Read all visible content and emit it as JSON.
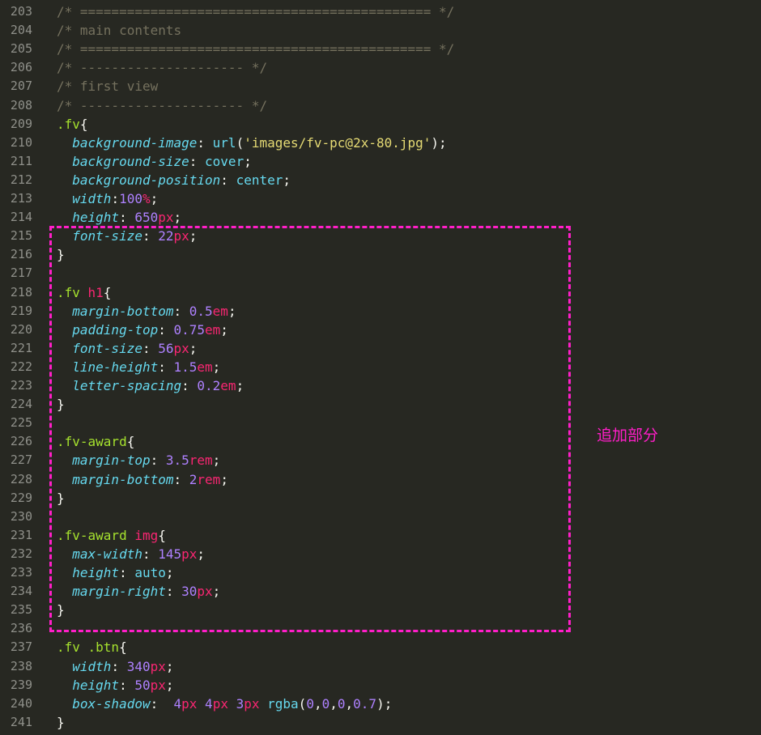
{
  "editor": {
    "lines": [
      {
        "no": "203",
        "tokens": [
          [
            "c",
            "/* ============================================= */"
          ]
        ]
      },
      {
        "no": "204",
        "tokens": [
          [
            "c",
            "/* main contents"
          ]
        ]
      },
      {
        "no": "205",
        "tokens": [
          [
            "c",
            "/* ============================================= */"
          ]
        ]
      },
      {
        "no": "206",
        "tokens": [
          [
            "c",
            "/* --------------------- */"
          ]
        ]
      },
      {
        "no": "207",
        "tokens": [
          [
            "c",
            "/* first view"
          ]
        ]
      },
      {
        "no": "208",
        "tokens": [
          [
            "c",
            "/* --------------------- */"
          ]
        ]
      },
      {
        "no": "209",
        "tokens": [
          [
            "s",
            ".fv"
          ],
          [
            "p",
            "{"
          ]
        ]
      },
      {
        "no": "210",
        "tokens": [
          [
            "i",
            "  "
          ],
          [
            "k",
            "background-image"
          ],
          [
            "p",
            ": "
          ],
          [
            "f",
            "url"
          ],
          [
            "p",
            "("
          ],
          [
            "str",
            "'images/fv-pc@2x-80.jpg'"
          ],
          [
            "p",
            ");"
          ]
        ]
      },
      {
        "no": "211",
        "tokens": [
          [
            "i",
            "  "
          ],
          [
            "k",
            "background-size"
          ],
          [
            "p",
            ": "
          ],
          [
            "v",
            "cover"
          ],
          [
            "p",
            ";"
          ]
        ]
      },
      {
        "no": "212",
        "tokens": [
          [
            "i",
            "  "
          ],
          [
            "k",
            "background-position"
          ],
          [
            "p",
            ": "
          ],
          [
            "v",
            "center"
          ],
          [
            "p",
            ";"
          ]
        ]
      },
      {
        "no": "213",
        "tokens": [
          [
            "i",
            "  "
          ],
          [
            "k",
            "width"
          ],
          [
            "p",
            ":"
          ],
          [
            "n",
            "100"
          ],
          [
            "u",
            "%"
          ],
          [
            "p",
            ";"
          ]
        ]
      },
      {
        "no": "214",
        "tokens": [
          [
            "i",
            "  "
          ],
          [
            "k",
            "height"
          ],
          [
            "p",
            ": "
          ],
          [
            "n",
            "650"
          ],
          [
            "u",
            "px"
          ],
          [
            "p",
            ";"
          ]
        ]
      },
      {
        "no": "215",
        "tokens": [
          [
            "i",
            "  "
          ],
          [
            "k",
            "font-size"
          ],
          [
            "p",
            ": "
          ],
          [
            "n",
            "22"
          ],
          [
            "u",
            "px"
          ],
          [
            "p",
            ";"
          ]
        ]
      },
      {
        "no": "216",
        "tokens": [
          [
            "p",
            "}"
          ]
        ]
      },
      {
        "no": "217",
        "tokens": []
      },
      {
        "no": "218",
        "tokens": [
          [
            "s",
            ".fv "
          ],
          [
            "t",
            "h1"
          ],
          [
            "p",
            "{"
          ]
        ]
      },
      {
        "no": "219",
        "tokens": [
          [
            "i",
            "  "
          ],
          [
            "k",
            "margin-bottom"
          ],
          [
            "p",
            ": "
          ],
          [
            "n",
            "0.5"
          ],
          [
            "u",
            "em"
          ],
          [
            "p",
            ";"
          ]
        ]
      },
      {
        "no": "220",
        "tokens": [
          [
            "i",
            "  "
          ],
          [
            "k",
            "padding-top"
          ],
          [
            "p",
            ": "
          ],
          [
            "n",
            "0.75"
          ],
          [
            "u",
            "em"
          ],
          [
            "p",
            ";"
          ]
        ]
      },
      {
        "no": "221",
        "tokens": [
          [
            "i",
            "  "
          ],
          [
            "k",
            "font-size"
          ],
          [
            "p",
            ": "
          ],
          [
            "n",
            "56"
          ],
          [
            "u",
            "px"
          ],
          [
            "p",
            ";"
          ]
        ]
      },
      {
        "no": "222",
        "tokens": [
          [
            "i",
            "  "
          ],
          [
            "k",
            "line-height"
          ],
          [
            "p",
            ": "
          ],
          [
            "n",
            "1.5"
          ],
          [
            "u",
            "em"
          ],
          [
            "p",
            ";"
          ]
        ]
      },
      {
        "no": "223",
        "tokens": [
          [
            "i",
            "  "
          ],
          [
            "k",
            "letter-spacing"
          ],
          [
            "p",
            ": "
          ],
          [
            "n",
            "0.2"
          ],
          [
            "u",
            "em"
          ],
          [
            "p",
            ";"
          ]
        ]
      },
      {
        "no": "224",
        "tokens": [
          [
            "p",
            "}"
          ]
        ]
      },
      {
        "no": "225",
        "tokens": []
      },
      {
        "no": "226",
        "tokens": [
          [
            "s",
            ".fv-award"
          ],
          [
            "p",
            "{"
          ]
        ]
      },
      {
        "no": "227",
        "tokens": [
          [
            "i",
            "  "
          ],
          [
            "k",
            "margin-top"
          ],
          [
            "p",
            ": "
          ],
          [
            "n",
            "3.5"
          ],
          [
            "u",
            "rem"
          ],
          [
            "p",
            ";"
          ]
        ]
      },
      {
        "no": "228",
        "tokens": [
          [
            "i",
            "  "
          ],
          [
            "k",
            "margin-bottom"
          ],
          [
            "p",
            ": "
          ],
          [
            "n",
            "2"
          ],
          [
            "u",
            "rem"
          ],
          [
            "p",
            ";"
          ]
        ]
      },
      {
        "no": "229",
        "tokens": [
          [
            "p",
            "}"
          ]
        ]
      },
      {
        "no": "230",
        "tokens": []
      },
      {
        "no": "231",
        "tokens": [
          [
            "s",
            ".fv-award "
          ],
          [
            "t",
            "img"
          ],
          [
            "p",
            "{"
          ]
        ]
      },
      {
        "no": "232",
        "tokens": [
          [
            "i",
            "  "
          ],
          [
            "k",
            "max-width"
          ],
          [
            "p",
            ": "
          ],
          [
            "n",
            "145"
          ],
          [
            "u",
            "px"
          ],
          [
            "p",
            ";"
          ]
        ]
      },
      {
        "no": "233",
        "tokens": [
          [
            "i",
            "  "
          ],
          [
            "k",
            "height"
          ],
          [
            "p",
            ": "
          ],
          [
            "v",
            "auto"
          ],
          [
            "p",
            ";"
          ]
        ]
      },
      {
        "no": "234",
        "tokens": [
          [
            "i",
            "  "
          ],
          [
            "k",
            "margin-right"
          ],
          [
            "p",
            ": "
          ],
          [
            "n",
            "30"
          ],
          [
            "u",
            "px"
          ],
          [
            "p",
            ";"
          ]
        ]
      },
      {
        "no": "235",
        "tokens": [
          [
            "p",
            "}"
          ]
        ]
      },
      {
        "no": "236",
        "tokens": []
      },
      {
        "no": "237",
        "tokens": [
          [
            "s",
            ".fv .btn"
          ],
          [
            "p",
            "{"
          ]
        ]
      },
      {
        "no": "238",
        "tokens": [
          [
            "i",
            "  "
          ],
          [
            "k",
            "width"
          ],
          [
            "p",
            ": "
          ],
          [
            "n",
            "340"
          ],
          [
            "u",
            "px"
          ],
          [
            "p",
            ";"
          ]
        ]
      },
      {
        "no": "239",
        "tokens": [
          [
            "i",
            "  "
          ],
          [
            "k",
            "height"
          ],
          [
            "p",
            ": "
          ],
          [
            "n",
            "50"
          ],
          [
            "u",
            "px"
          ],
          [
            "p",
            ";"
          ]
        ]
      },
      {
        "no": "240",
        "tokens": [
          [
            "i",
            "  "
          ],
          [
            "k",
            "box-shadow"
          ],
          [
            "p",
            ":  "
          ],
          [
            "n",
            "4"
          ],
          [
            "u",
            "px"
          ],
          [
            "p",
            " "
          ],
          [
            "n",
            "4"
          ],
          [
            "u",
            "px"
          ],
          [
            "p",
            " "
          ],
          [
            "n",
            "3"
          ],
          [
            "u",
            "px"
          ],
          [
            "p",
            " "
          ],
          [
            "f",
            "rgba"
          ],
          [
            "p",
            "("
          ],
          [
            "n",
            "0"
          ],
          [
            "p",
            ","
          ],
          [
            "n",
            "0"
          ],
          [
            "p",
            ","
          ],
          [
            "n",
            "0"
          ],
          [
            "p",
            ","
          ],
          [
            "n",
            "0.7"
          ],
          [
            "p",
            ");"
          ]
        ]
      },
      {
        "no": "241",
        "tokens": [
          [
            "p",
            "}"
          ]
        ]
      }
    ]
  },
  "annotation": {
    "label": "追加部分",
    "color": "#ff1ec8",
    "highlighted_lines": "215-236"
  },
  "theme": {
    "background": "#272822",
    "comment": "#75715e",
    "selector": "#a6e22e",
    "tag": "#f92672",
    "property": "#66d9ef",
    "number": "#ae81ff",
    "unit": "#f92672",
    "string": "#e6db74",
    "gutter": "#8f908a"
  }
}
